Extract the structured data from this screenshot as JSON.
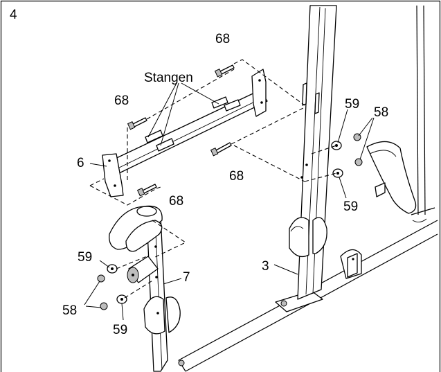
{
  "step_number": "4",
  "labels": {
    "bolt_top": "68",
    "rods": "Stangen",
    "bolt_left": "68",
    "part_6": "6",
    "bolt_center": "68",
    "bolt_lower": "68",
    "washer_right_top": "59",
    "nut_right": "58",
    "washer_right_bottom": "59",
    "part_3": "3",
    "part_7": "7",
    "washer_left_top": "59",
    "nut_left": "58",
    "washer_left_bottom": "59"
  }
}
